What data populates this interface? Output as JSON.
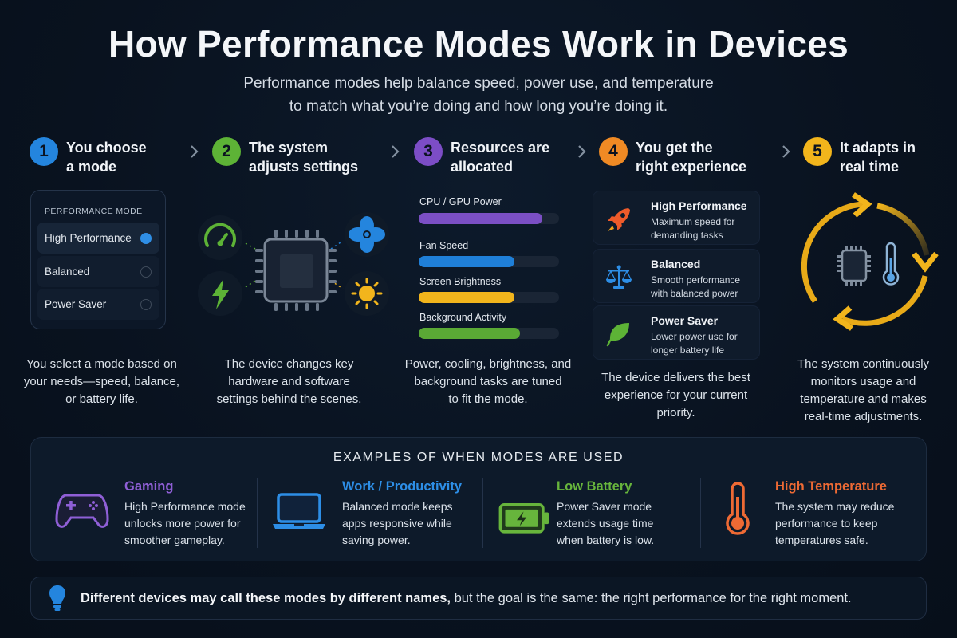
{
  "header": {
    "title": "How Performance Modes Work in Devices",
    "subtitle_line1": "Performance modes help balance speed, power use, and temperature",
    "subtitle_line2": "to match what you’re doing and how long you’re doing it."
  },
  "colors": {
    "blue": "#2485de",
    "green": "#5db336",
    "purple": "#7c4dc6",
    "orange": "#f08a24",
    "yellow": "#f2b51c",
    "red_orange": "#ef5b2a"
  },
  "steps": [
    {
      "number": "1",
      "title_line1": "You choose",
      "title_line2": "a mode",
      "desc_line1": "You select a mode based on",
      "desc_line2": "your needs—speed, balance,",
      "desc_line3": "or battery life."
    },
    {
      "number": "2",
      "title_line1": "The system",
      "title_line2": "adjusts settings",
      "desc_line1": "The device changes key",
      "desc_line2": "hardware and software",
      "desc_line3": "settings behind the scenes."
    },
    {
      "number": "3",
      "title_line1": "Resources are",
      "title_line2": "allocated",
      "desc_line1": "Power, cooling, brightness, and",
      "desc_line2": "background tasks are tuned",
      "desc_line3": "to fit the mode."
    },
    {
      "number": "4",
      "title_line1": "You get the",
      "title_line2": "right experience",
      "desc_line1": "The device delivers the best",
      "desc_line2": "experience for your current",
      "desc_line3": "priority."
    },
    {
      "number": "5",
      "title_line1": "It adapts in",
      "title_line2": "real time",
      "desc_line1": "The system continuously",
      "desc_line2": "monitors usage and",
      "desc_line3": "temperature and makes",
      "desc_line4": "real-time adjustments."
    }
  ],
  "mode_panel": {
    "label": "PERFORMANCE MODE",
    "options": [
      {
        "label": "High Performance",
        "selected": true
      },
      {
        "label": "Balanced",
        "selected": false
      },
      {
        "label": "Power Saver",
        "selected": false
      }
    ]
  },
  "system_icons": [
    "speedometer-icon",
    "fan-icon",
    "lightning-icon",
    "sun-icon",
    "chip-icon"
  ],
  "resources": [
    {
      "label": "CPU / GPU Power",
      "percent": 88,
      "color": "#7b4fc4"
    },
    {
      "label": "Fan Speed",
      "percent": 68,
      "color": "#1f7fd8"
    },
    {
      "label": "Screen Brightness",
      "percent": 68,
      "color": "#f2b51c"
    },
    {
      "label": "Background Activity",
      "percent": 72,
      "color": "#5aa935"
    }
  ],
  "experiences": [
    {
      "title": "High Performance",
      "line1": "Maximum speed for",
      "line2": "demanding tasks",
      "icon": "rocket-icon"
    },
    {
      "title": "Balanced",
      "line1": "Smooth performance",
      "line2": "with balanced power",
      "icon": "scale-icon"
    },
    {
      "title": "Power Saver",
      "line1": "Lower power use for",
      "line2": "longer battery life",
      "icon": "leaf-icon"
    }
  ],
  "examples": {
    "title": "EXAMPLES OF WHEN MODES ARE USED",
    "items": [
      {
        "title": "Gaming",
        "color": "#8f5fd6",
        "line1": "High Performance mode",
        "line2": "unlocks more power for",
        "line3": "smoother gameplay.",
        "icon": "gamepad-icon"
      },
      {
        "title": "Work / Productivity",
        "color": "#2d8ee6",
        "line1": "Balanced mode keeps",
        "line2": "apps responsive while",
        "line3": "saving power.",
        "icon": "laptop-icon"
      },
      {
        "title": "Low Battery",
        "color": "#67b53c",
        "line1": "Power Saver mode",
        "line2": "extends usage time",
        "line3": "when battery is low.",
        "icon": "battery-icon"
      },
      {
        "title": "High Temperature",
        "color": "#ee6a34",
        "line1": "The system may reduce",
        "line2": "performance to keep",
        "line3": "temperatures safe.",
        "icon": "thermometer-icon"
      }
    ]
  },
  "tip": {
    "bold": "Different devices may call these modes by different names,",
    "rest": " but the goal is the same: the right performance for the right moment."
  }
}
